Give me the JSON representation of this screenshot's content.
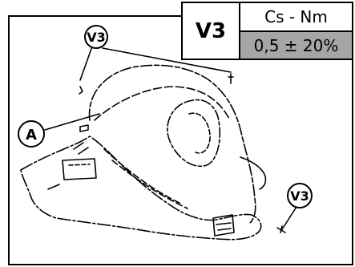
{
  "spec_table": {
    "code": "V3",
    "header": "Cs - Nm",
    "value": "0,5 ± 20%",
    "value_bg": "#a6a6a6"
  },
  "callouts": {
    "v3_top": "V3",
    "a": "A",
    "v3_right": "V3"
  }
}
